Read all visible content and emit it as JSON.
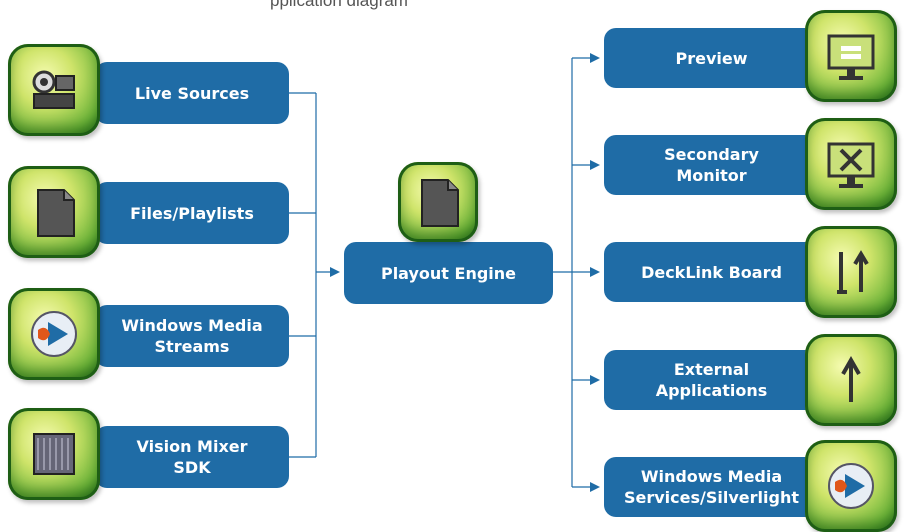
{
  "header_fragment": "pplication diagram",
  "inputs": [
    {
      "label": "Live Sources",
      "icon": "camera-icon"
    },
    {
      "label": "Files/Playlists",
      "icon": "file-icon"
    },
    {
      "label": "Windows Media\nStreams",
      "icon": "windows-media-icon"
    },
    {
      "label": "Vision Mixer\nSDK",
      "icon": "mixer-icon"
    }
  ],
  "engine": {
    "label": "Playout Engine",
    "icon": "file-icon"
  },
  "outputs": [
    {
      "label": "Preview",
      "icon": "monitor-icon"
    },
    {
      "label": "Secondary\nMonitor",
      "icon": "monitor-x-icon"
    },
    {
      "label": "DeckLink Board",
      "icon": "decklink-icon"
    },
    {
      "label": "External\nApplications",
      "icon": "external-app-icon"
    },
    {
      "label": "Windows Media\nServices/Silverlight",
      "icon": "windows-media-icon"
    }
  ],
  "colors": {
    "box": "#1f6ca6",
    "line": "#1f6ca6",
    "icon_green": "#6fb63a"
  }
}
